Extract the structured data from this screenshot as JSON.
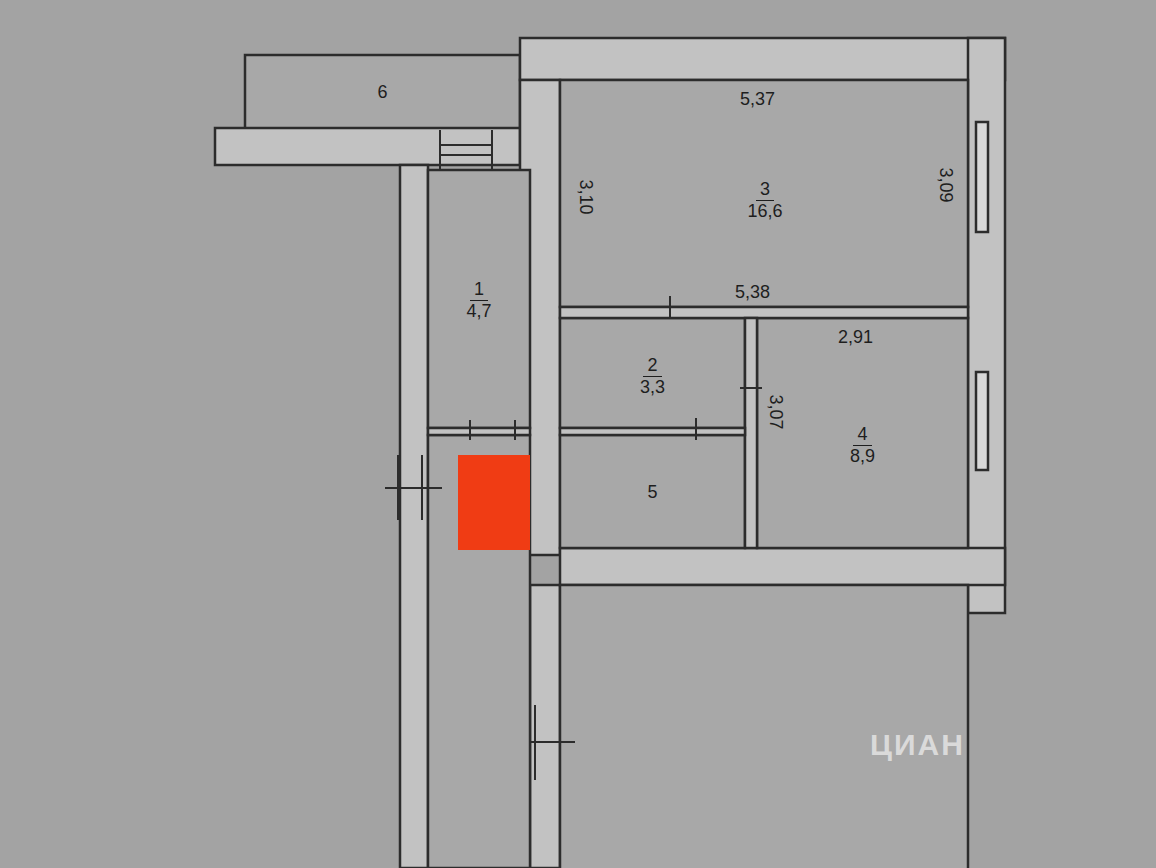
{
  "diagram": {
    "nodes": [
      {
        "text": [
          "6"
        ]
      },
      {
        "text": [
          "3",
          "16,6"
        ]
      },
      {
        "text": [
          "1",
          "4,7"
        ]
      },
      {
        "text": [
          "2",
          "3,3"
        ]
      },
      {
        "text": [
          "4",
          "8,9"
        ]
      },
      {
        "text": [
          "5"
        ]
      }
    ],
    "labels": [
      "5,37",
      "3,10",
      "3,09",
      "5,38",
      "2,91",
      "3,07",
      "ЦИАН"
    ]
  }
}
